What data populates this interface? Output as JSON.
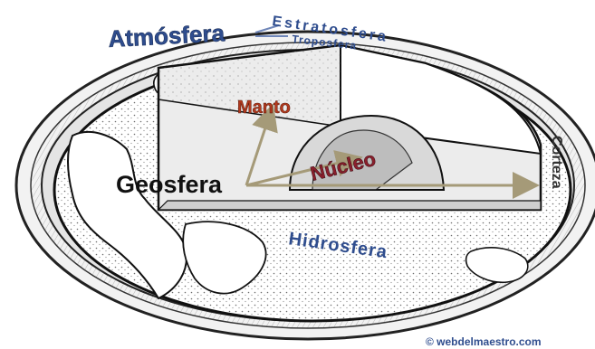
{
  "labels": {
    "atmosfera": "Atmósfera",
    "estratosfera": "Estratosfera",
    "troposfera": "Troposfera",
    "manto": "Manto",
    "nucleo": "Núcleo",
    "geosfera": "Geosfera",
    "corteza": "Corteza",
    "hidrosfera": "Hidrosfera",
    "credit": "© webdelmaestro.com"
  },
  "colors": {
    "atmosphere_text": "#2f4d8e",
    "manto_fill": "#b23a1e",
    "nucleo_fill": "#8a1f2c",
    "geosfera_text": "#111111",
    "arrow": "#a59a78",
    "credit_text": "#2f4d8e"
  }
}
